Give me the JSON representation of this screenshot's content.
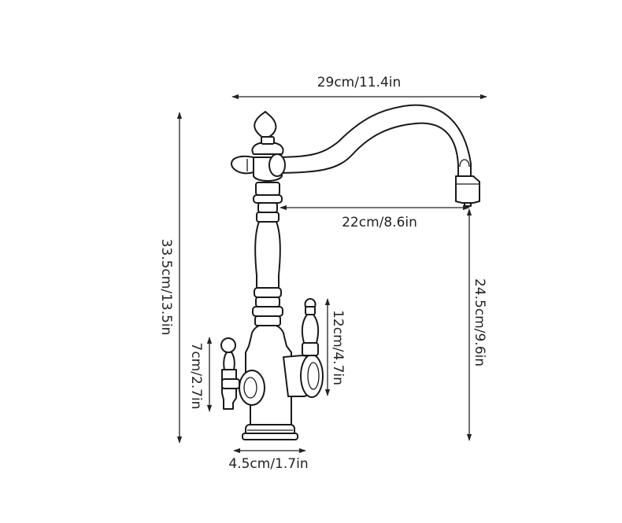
{
  "diagram": {
    "dimensions": {
      "total_width": "29cm/11.4in",
      "spout_reach": "22cm/8.6in",
      "total_height": "33.5cm/13.5in",
      "spout_height": "24.5cm/9.6in",
      "side_handle_height": "12cm/4.7in",
      "lever_height": "7cm/2.7in",
      "base_diameter": "4.5cm/1.7in"
    },
    "colors": {
      "stroke": "#1a1a1a",
      "background": "#ffffff"
    }
  }
}
